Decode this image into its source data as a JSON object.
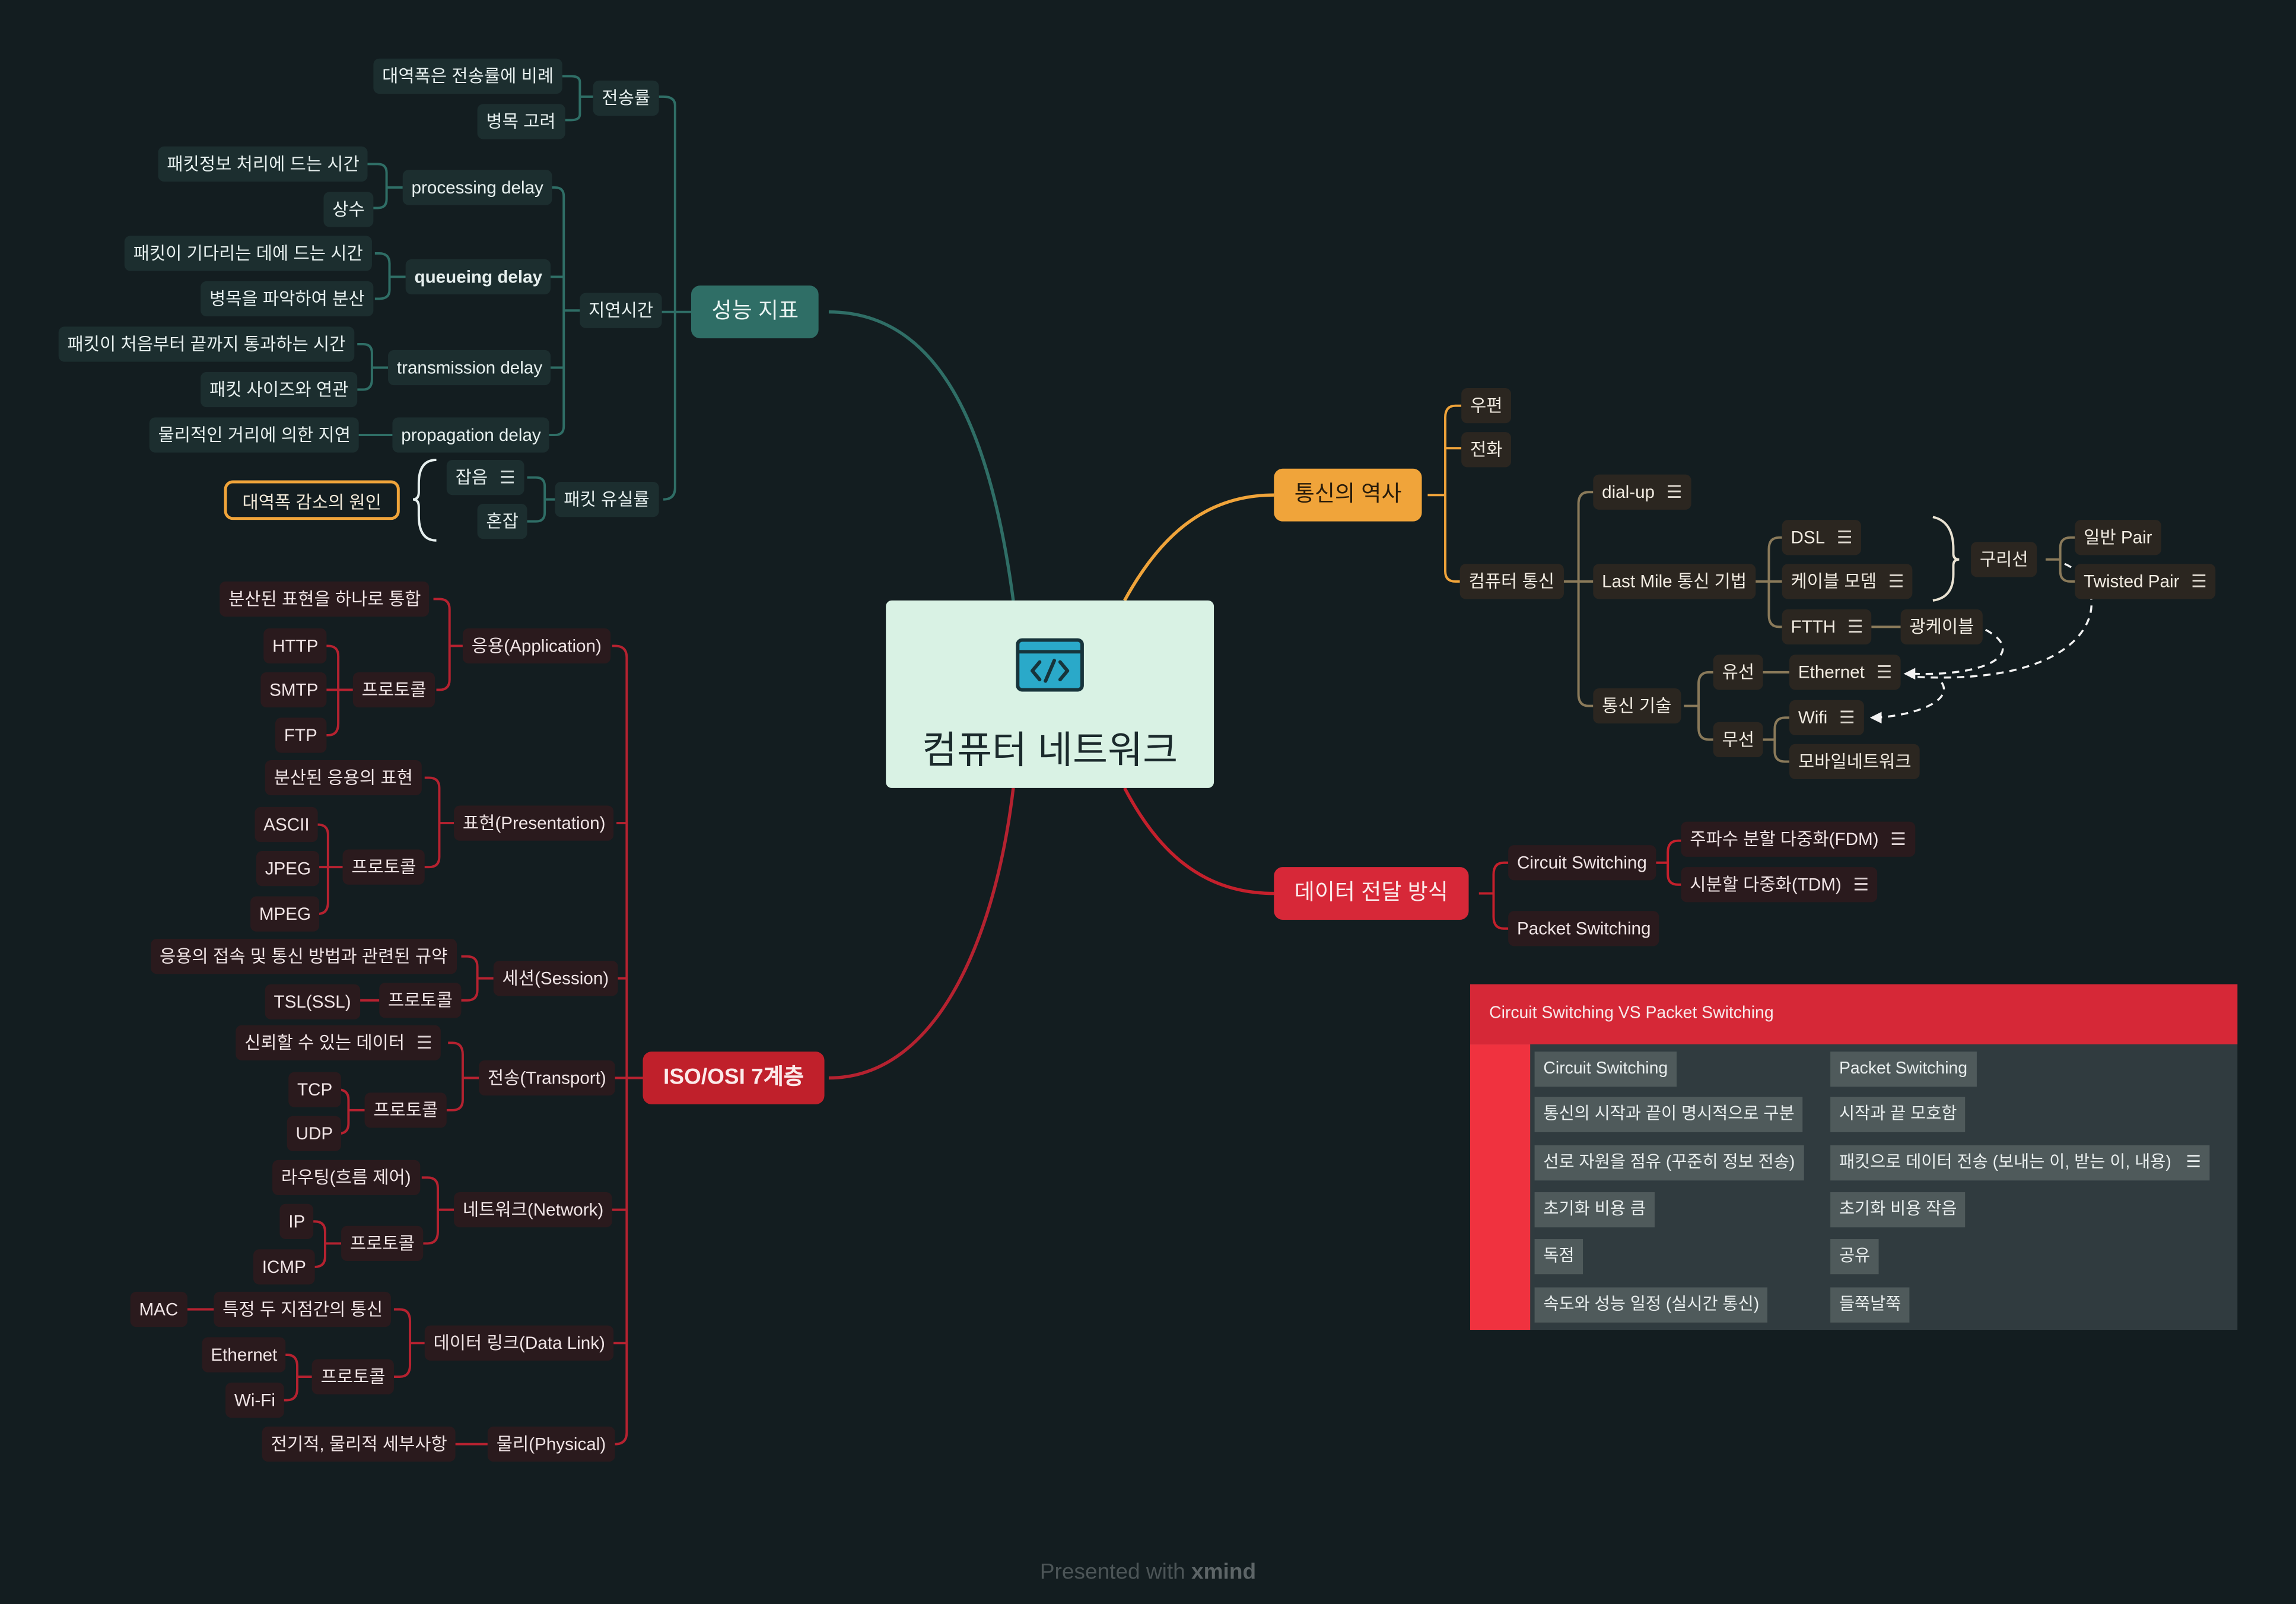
{
  "central": {
    "title": "컴퓨터 네트워크",
    "icon": "code-window-icon"
  },
  "colors": {
    "background": "#131d20",
    "teal": "#2f6e66",
    "orange": "#f0a43a",
    "red": "#c4202c",
    "brown": "#3a3226",
    "table_header": "#d62837"
  },
  "performance": {
    "title": "성능 지표",
    "throughput": {
      "label": "전송률",
      "children": [
        "대역폭은 전송률에 비례",
        "병목 고려"
      ]
    },
    "delay": {
      "label": "지연시간",
      "processing": {
        "label": "processing delay",
        "children": [
          "패킷정보 처리에 드는 시간",
          "상수"
        ]
      },
      "queueing": {
        "label": "queueing delay",
        "children": [
          "패킷이 기다리는 데에 드는 시간",
          "병목을 파악하여 분산"
        ]
      },
      "transmission": {
        "label": "transmission delay",
        "children": [
          "패킷이 처음부터 끝까지 통과하는 시간",
          "패킷 사이즈와 연관"
        ]
      },
      "propagation": {
        "label": "propagation delay",
        "children": [
          "물리적인 거리에 의한 지연"
        ]
      }
    },
    "loss": {
      "label": "패킷 유실률",
      "children": [
        "잡음",
        "혼잡"
      ],
      "summary": "대역폭 감소의 원인"
    }
  },
  "osi": {
    "title": "ISO/OSI 7계층",
    "application": {
      "label": "응용(Application)",
      "desc": "분산된 표현을 하나로 통합",
      "protocol": "프로토콜",
      "protocols": [
        "HTTP",
        "SMTP",
        "FTP"
      ]
    },
    "presentation": {
      "label": "표현(Presentation)",
      "desc": "분산된 응용의 표현",
      "protocol": "프로토콜",
      "protocols": [
        "ASCII",
        "JPEG",
        "MPEG"
      ]
    },
    "session": {
      "label": "세션(Session)",
      "desc": "응용의 접속 및 통신 방법과 관련된 규약",
      "protocol": "프로토콜",
      "protocols": [
        "TSL(SSL)"
      ]
    },
    "transport": {
      "label": "전송(Transport)",
      "desc": "신뢰할 수 있는 데이터",
      "protocol": "프로토콜",
      "protocols": [
        "TCP",
        "UDP"
      ]
    },
    "network": {
      "label": "네트워크(Network)",
      "desc": "라우팅(흐름 제어)",
      "protocol": "프로토콜",
      "protocols": [
        "IP",
        "ICMP"
      ]
    },
    "datalink": {
      "label": "데이터 링크(Data Link)",
      "desc": "특정 두 지점간의 통신",
      "mac": "MAC",
      "protocol": "프로토콜",
      "protocols": [
        "Ethernet",
        "Wi-Fi"
      ]
    },
    "physical": {
      "label": "물리(Physical)",
      "desc": "전기적, 물리적 세부사항"
    }
  },
  "history": {
    "title": "통신의 역사",
    "post": "우편",
    "phone": "전화",
    "computer": {
      "label": "컴퓨터 통신",
      "dialup": "dial-up",
      "lastmile": {
        "label": "Last Mile 통신 기법",
        "dsl": "DSL",
        "cable": "케이블 모뎀",
        "ftth": "FTTH",
        "copper": "구리선",
        "pair": "일반 Pair",
        "twisted": "Twisted Pair",
        "fiber": "광케이블"
      },
      "tech": {
        "label": "통신 기술",
        "wired": "유선",
        "ethernet": "Ethernet",
        "wireless": "무선",
        "wifi": "Wifi",
        "mobile": "모바일네트워크"
      }
    }
  },
  "transfer": {
    "title": "데이터 전달 방식",
    "circuit": {
      "label": "Circuit Switching",
      "children": [
        "주파수 분할 다중화(FDM)",
        "시분할 다중화(TDM)"
      ]
    },
    "packet": {
      "label": "Packet Switching"
    }
  },
  "table": {
    "title": "Circuit Switching VS Packet Switching",
    "rows": [
      [
        "Circuit Switching",
        "Packet Switching"
      ],
      [
        "통신의 시작과 끝이 명시적으로 구분",
        "시작과 끝 모호함"
      ],
      [
        "선로 자원을 점유 (꾸준히 정보 전송)",
        "패킷으로 데이터 전송 (보내는 이, 받는 이, 내용)"
      ],
      [
        "초기화 비용 큼",
        "초기화 비용 작음"
      ],
      [
        "독점",
        "공유"
      ],
      [
        "속도와 성능 일정 (실시간 통신)",
        "들쭉날쭉"
      ]
    ]
  },
  "footer": {
    "prefix": "Presented with ",
    "brand": "xmind"
  }
}
